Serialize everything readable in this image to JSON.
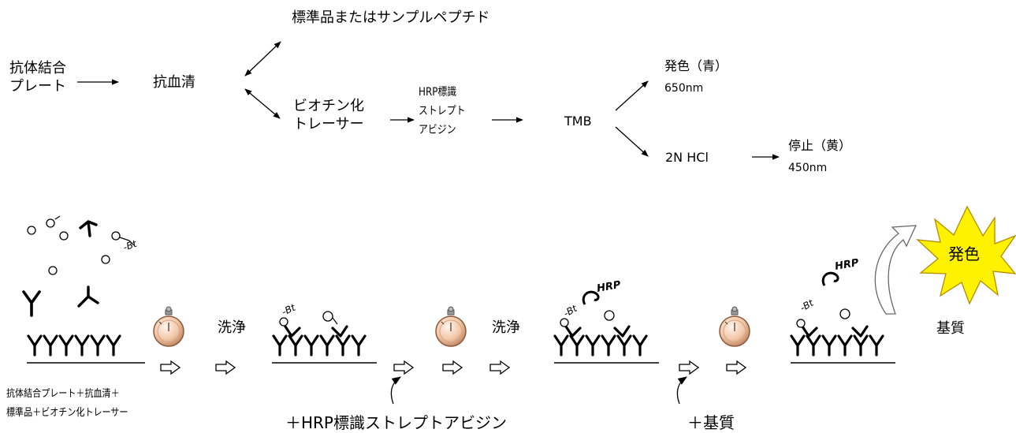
{
  "flow": {
    "plate": [
      "抗体結合",
      "プレート"
    ],
    "antiserum": "抗血清",
    "standard_or_sample": "標準品またはサンプルペプチド",
    "tracer": [
      "ビオチン化",
      "トレーサー"
    ],
    "hrp": [
      "HRP標識",
      "ストレプト",
      "アビジン"
    ],
    "tmb": "TMB",
    "color_blue": "発色（青）",
    "wavelength_blue": "650nm",
    "hcl": "2N HCl",
    "stop_yellow": "停止（黄）",
    "wavelength_yellow": "450nm"
  },
  "scheme": {
    "wash_1": "洗浄",
    "wash_2": "洗浄",
    "mix_label": [
      "抗体結合プレート＋抗血清＋",
      "標準品＋ビオチン化トレーサー"
    ],
    "add_hrp": "＋HRP標識ストレプトアビジン",
    "add_substrate": "＋基質",
    "substrate": "基質",
    "color_development": "発色",
    "bt": "-Bt",
    "hrp": "HRP"
  },
  "colors": {
    "burst_fill": "#fff200",
    "burst_stroke": "#b58a00",
    "stopwatch_face": "#f2c7a8",
    "ink": "#000000"
  }
}
